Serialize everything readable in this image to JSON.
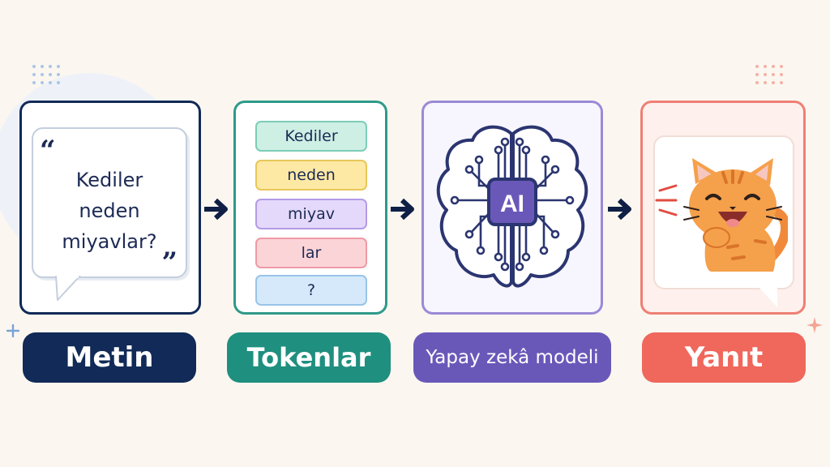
{
  "steps": [
    {
      "id": "text",
      "label": "Metin",
      "color": "#112a57",
      "prompt_lines": [
        "Kediler",
        "neden",
        "miyavlar?"
      ],
      "open_quote": "“",
      "close_quote": "”"
    },
    {
      "id": "tokens",
      "label": "Tokenlar",
      "color": "#1f8f7f",
      "tokens": [
        {
          "text": "Kediler",
          "fill": "#cdefe4",
          "border": "#7dcdb7"
        },
        {
          "text": "neden",
          "fill": "#fde9a4",
          "border": "#e8c75a"
        },
        {
          "text": "miyav",
          "fill": "#e4d9fb",
          "border": "#b49be6"
        },
        {
          "text": "lar",
          "fill": "#fbd4d8",
          "border": "#ee9aa5"
        },
        {
          "text": "?",
          "fill": "#d5e9fa",
          "border": "#98c4ea"
        }
      ]
    },
    {
      "id": "model",
      "label": "Yapay zekâ modeli",
      "color": "#6a58b9",
      "chip_text": "AI",
      "icon": "brain-circuit-icon"
    },
    {
      "id": "response",
      "label": "Yanıt",
      "color": "#f0675c",
      "icon": "laughing-cat-icon"
    }
  ],
  "colors": {
    "background": "#fbf7f0",
    "arrow": "#0f1f45",
    "text_border": "#112a57",
    "tokens_border": "#2f9a8a",
    "model_border": "#9a8ad6",
    "response_border": "#ef7f74"
  }
}
